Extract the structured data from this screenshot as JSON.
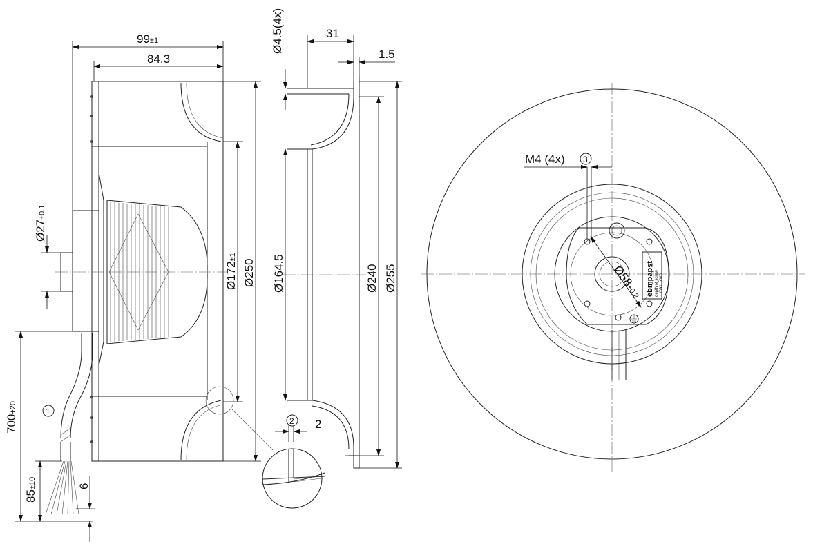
{
  "views": {
    "side": {
      "dimensions": {
        "overall_depth": "99",
        "overall_depth_tol": "±1",
        "impeller_depth": "84.3",
        "hub_diameter": "Ø27",
        "hub_diameter_tol": "±0.1",
        "inlet_diameter": "Ø172",
        "inlet_diameter_tol": "±1",
        "outer_diameter": "Ø250",
        "cable_length": "700",
        "cable_length_tol": "+20",
        "lead_length": "85",
        "lead_length_tol": "±10",
        "strip_length": "6"
      },
      "callout_1": "1"
    },
    "section": {
      "dimensions": {
        "screw_holes": "Ø4.5(4x)",
        "inlet_ring_depth": "31",
        "flange_thickness": "1.5",
        "inner_diameter": "Ø164.5",
        "flange_inner_diameter": "Ø240",
        "flange_outer_diameter": "Ø255",
        "detail_gap": "2"
      },
      "callout_2": "2"
    },
    "front": {
      "thread": "M4 (4x)",
      "callout_3": "3",
      "bolt_circle": "Ø58",
      "bolt_circle_tol": "±0.2",
      "label": {
        "brand": "ebmpapst",
        "line1": "depth of screw",
        "line2": "max. 5mm"
      }
    }
  }
}
